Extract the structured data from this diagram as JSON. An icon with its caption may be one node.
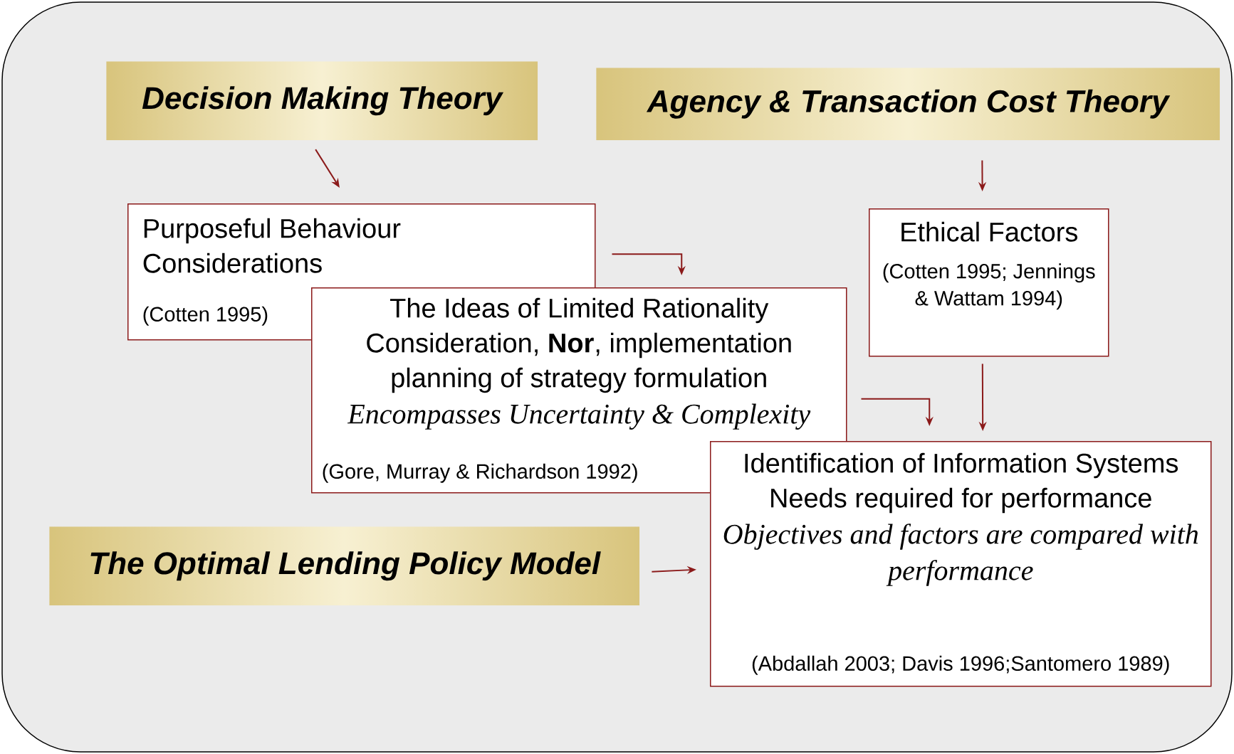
{
  "diagram": {
    "nodes": [
      {
        "text": [
          "Decision Making Theory"
        ]
      },
      {
        "text": [
          "Agency & Transaction Cost Theory"
        ]
      },
      {
        "text": [
          "Purposeful Behaviour Considerations",
          "(Cotten 1995)"
        ]
      },
      {
        "text": [
          "Ethical Factors",
          "(Cotten 1995; Jennings & Wattam 1994)"
        ]
      },
      {
        "text": [
          "The Ideas of Limited Rationality Consideration, **Nor**, implementation planning of strategy formulation",
          "Encompasses Uncertainty & Complexity",
          "(Gore, Murray & Richardson 1992)"
        ]
      },
      {
        "text": [
          "The Optimal Lending Policy Model"
        ]
      },
      {
        "text": [
          "Identification of Information Systems Needs required for performance",
          "Objectives and factors are compared with performance",
          "(Abdallah 2003; Davis 1996;Santomero 1989)"
        ]
      }
    ],
    "edges": [
      {
        "from": 0,
        "to": 2,
        "arrow": "to"
      },
      {
        "from": 1,
        "to": 3,
        "arrow": "to"
      },
      {
        "from": 2,
        "to": 4,
        "arrow": "to"
      },
      {
        "from": 4,
        "to": 6,
        "arrow": "to"
      },
      {
        "from": 3,
        "to": 6,
        "arrow": "to"
      },
      {
        "from": 5,
        "to": 6,
        "arrow": "to"
      }
    ]
  }
}
